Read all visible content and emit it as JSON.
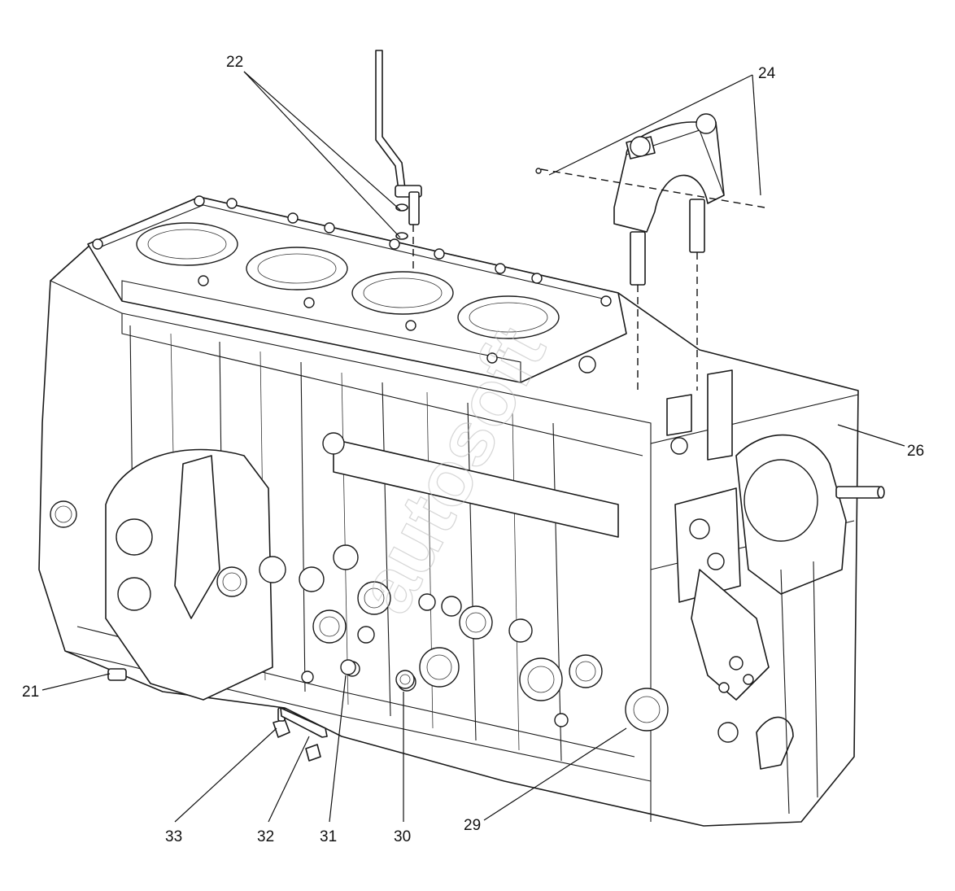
{
  "watermark": "autosoft",
  "callouts": {
    "c21": "21",
    "c22": "22",
    "c24": "24",
    "c26": "26",
    "c29": "29",
    "c30": "30",
    "c31": "31",
    "c32": "32",
    "c33": "33"
  },
  "colors": {
    "line": "#1a1a1a",
    "background": "#ffffff",
    "watermark": "#b8b8b8"
  }
}
